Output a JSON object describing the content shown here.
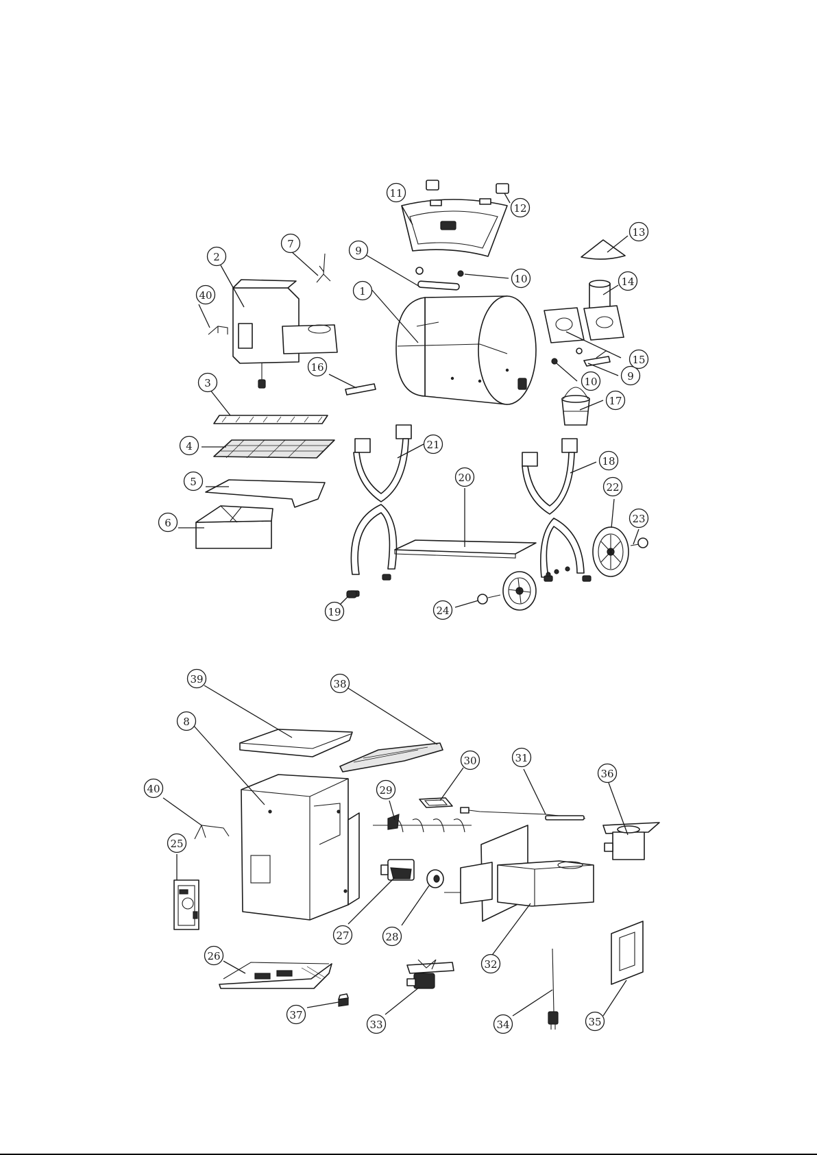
{
  "callouts": [
    {
      "id": "1"
    },
    {
      "id": "2"
    },
    {
      "id": "3"
    },
    {
      "id": "4"
    },
    {
      "id": "5"
    },
    {
      "id": "6"
    },
    {
      "id": "7"
    },
    {
      "id": "8"
    },
    {
      "id": "9"
    },
    {
      "id": "9b",
      "label": "9"
    },
    {
      "id": "10"
    },
    {
      "id": "10b",
      "label": "10"
    },
    {
      "id": "11"
    },
    {
      "id": "12"
    },
    {
      "id": "13"
    },
    {
      "id": "14"
    },
    {
      "id": "15"
    },
    {
      "id": "16"
    },
    {
      "id": "17"
    },
    {
      "id": "18"
    },
    {
      "id": "19"
    },
    {
      "id": "20"
    },
    {
      "id": "21"
    },
    {
      "id": "22"
    },
    {
      "id": "23"
    },
    {
      "id": "24"
    },
    {
      "id": "25"
    },
    {
      "id": "26"
    },
    {
      "id": "27"
    },
    {
      "id": "28"
    },
    {
      "id": "29"
    },
    {
      "id": "30"
    },
    {
      "id": "31"
    },
    {
      "id": "32"
    },
    {
      "id": "33"
    },
    {
      "id": "34"
    },
    {
      "id": "35"
    },
    {
      "id": "36"
    },
    {
      "id": "37"
    },
    {
      "id": "38"
    },
    {
      "id": "39"
    },
    {
      "id": "40"
    },
    {
      "id": "40b",
      "label": "40"
    }
  ]
}
